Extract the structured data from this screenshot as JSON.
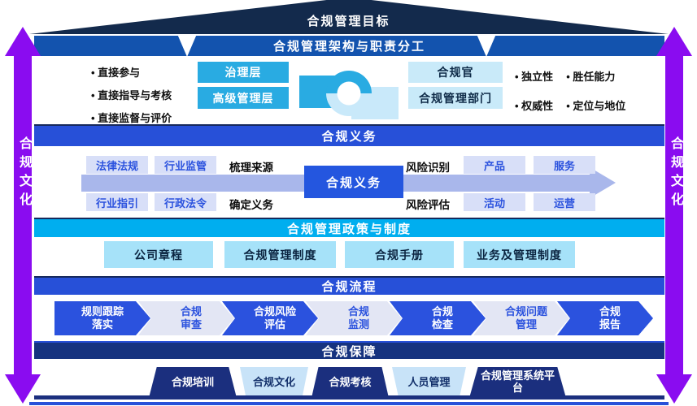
{
  "roof": {
    "title": "合规管理目标"
  },
  "banner": {
    "title": "合规管理架构与职责分工"
  },
  "side": {
    "left_label": "合规文化",
    "right_label": "合规文化"
  },
  "governance": {
    "left_bullets": [
      "直接参与",
      "直接指导与考核",
      "直接监督与评价"
    ],
    "left_boxes": [
      "治理层",
      "高级管理层"
    ],
    "right_boxes": [
      "合规官",
      "合规管理部门"
    ],
    "right_bullets": [
      "独立性",
      "胜任能力",
      "权威性",
      "定位与地位"
    ]
  },
  "obligations": {
    "header": "合规义务",
    "source_boxes": [
      "法律法规",
      "行业监管",
      "行业指引",
      "行政法令"
    ],
    "label_sort": "梳理来源",
    "label_define": "确定义务",
    "center_box": "合规义务",
    "label_identify": "风险识别",
    "label_assess": "风险评估",
    "target_boxes": [
      "产品",
      "服务",
      "活动",
      "运营"
    ]
  },
  "policies": {
    "header": "合规管理政策与制度",
    "boxes": [
      "公司章程",
      "合规管理制度",
      "合规手册",
      "业务及管理制度"
    ]
  },
  "process": {
    "header": "合规流程",
    "steps": [
      {
        "line1": "规则跟踪",
        "line2": "落实"
      },
      {
        "line1": "合规",
        "line2": "审查"
      },
      {
        "line1": "合规风险",
        "line2": "评估"
      },
      {
        "line1": "合规",
        "line2": "监测"
      },
      {
        "line1": "合规",
        "line2": "检查"
      },
      {
        "line1": "合规问题",
        "line2": "管理"
      },
      {
        "line1": "合规",
        "line2": "报告"
      }
    ]
  },
  "safeguards": {
    "header": "合规保障",
    "items": [
      {
        "label": "合规培训"
      },
      {
        "label": "合规文化"
      },
      {
        "label": "合规考核"
      },
      {
        "label": "人员管理"
      },
      {
        "label": "合规管理系统平台"
      }
    ]
  },
  "colors": {
    "roof_navy": "#132A4C",
    "banner_blue": "#1353AE",
    "section_blue": "#2750D8",
    "section_cyan": "#00AEEF",
    "section_navy": "#16337F",
    "accent_cyan": "#29ABE2",
    "light_cyan": "#C9EAF9",
    "lavender": "#D8DFF8",
    "band_periwinkle": "#A9B7EB",
    "chevron_blue": "#2B52DE",
    "trapezoid_navy": "#1B2F7E",
    "side_purple": "#8A0CF0"
  }
}
